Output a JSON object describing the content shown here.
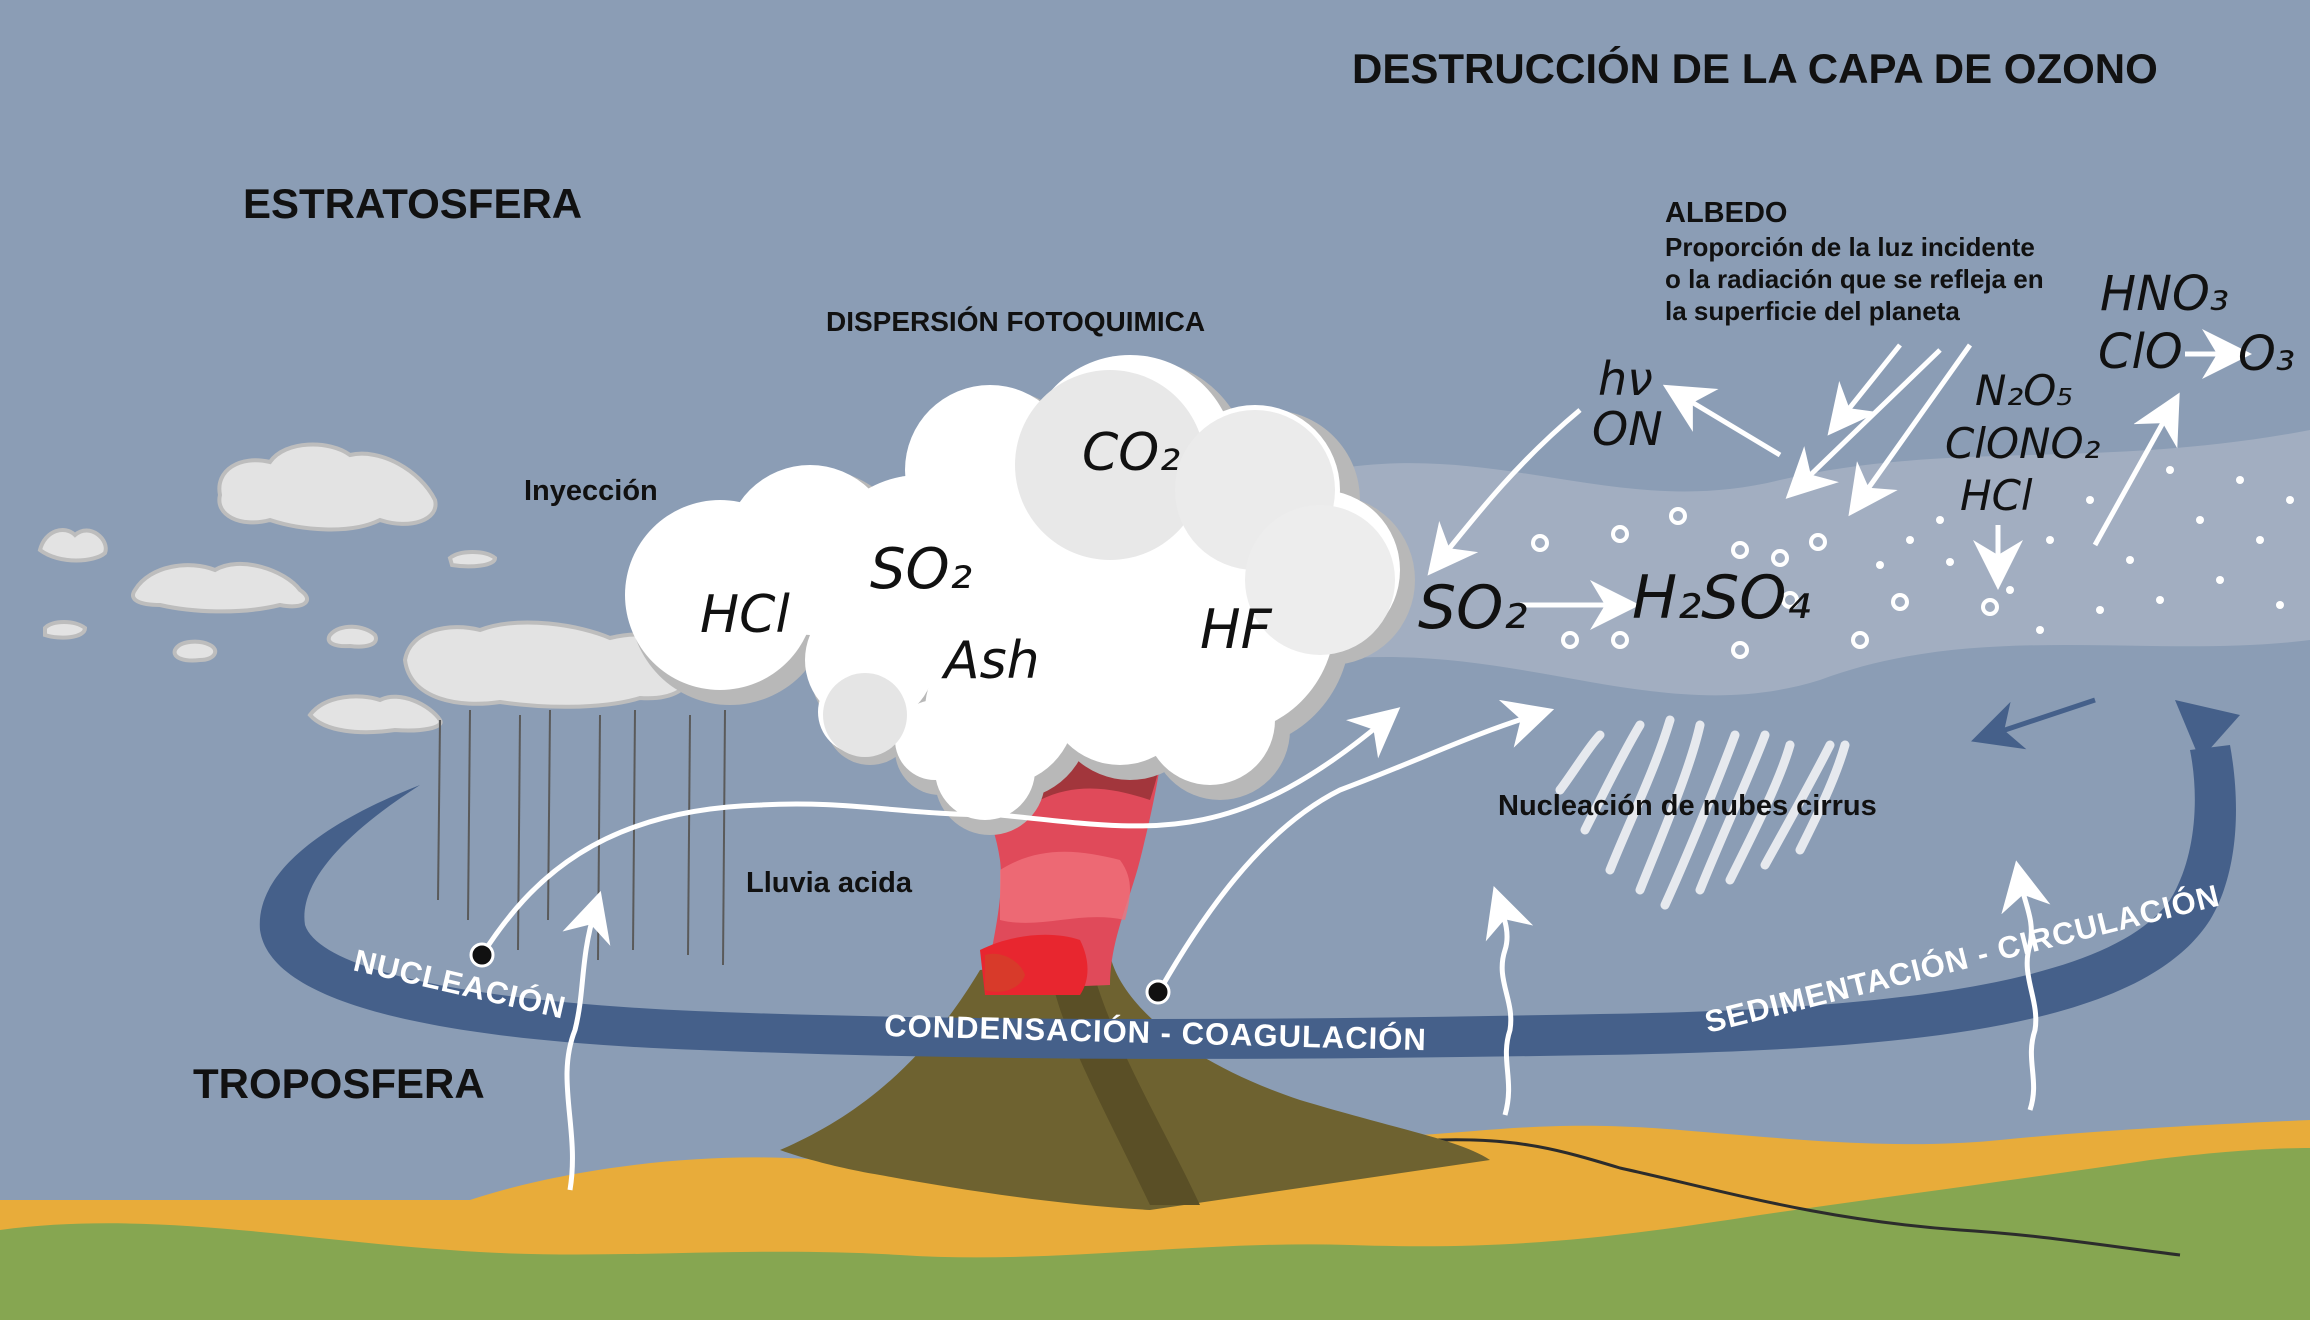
{
  "title": "DESTRUCCIÓN DE LA CAPA DE OZONO",
  "layers": {
    "stratosphere": "ESTRATOSFERA",
    "troposphere": "TROPOSFERA"
  },
  "labels": {
    "photochemical_dispersion": "DISPERSIÓN FOTOQUIMICA",
    "injection": "Inyección",
    "acid_rain": "Lluvia acida",
    "cirrus_nucleation": "Nucleación de nubes cirrus"
  },
  "albedo": {
    "heading": "ALBEDO",
    "line1": "Proporción de la luz incidente",
    "line2": "o la radiación que se refleja en",
    "line3": "la superficie del planeta"
  },
  "cloud_compounds": {
    "co2": "CO₂",
    "so2": "SO₂",
    "hcl": "HCl",
    "ash": "Ash",
    "hf": "HF"
  },
  "chemistry": {
    "so2": "SO₂",
    "h2so4": "H₂SO₄",
    "hv": "hν",
    "on": "ON",
    "n2o5": "N₂O₅",
    "clono2": "ClONO₂",
    "hcl": "HCl",
    "hno3": "HNO₃",
    "clo": "ClO",
    "o3": "O₃"
  },
  "circulation": {
    "nucleation": "NUCLEACIÓN",
    "condensation": "CONDENSACIÓN - COAGULACIÓN",
    "sedimentation": "SEDIMENTACIÓN - CIRCULACIÓN"
  },
  "colors": {
    "sky": "#8b9db5",
    "band": "#45608a",
    "ground_green": "#86a651",
    "lava_orange": "#e8ac3a",
    "volcano_brown": "#6e6230",
    "cloud_white": "#ffffff",
    "cloud_grey": "#c8c8c8",
    "plume_red": "#e04a5a"
  }
}
